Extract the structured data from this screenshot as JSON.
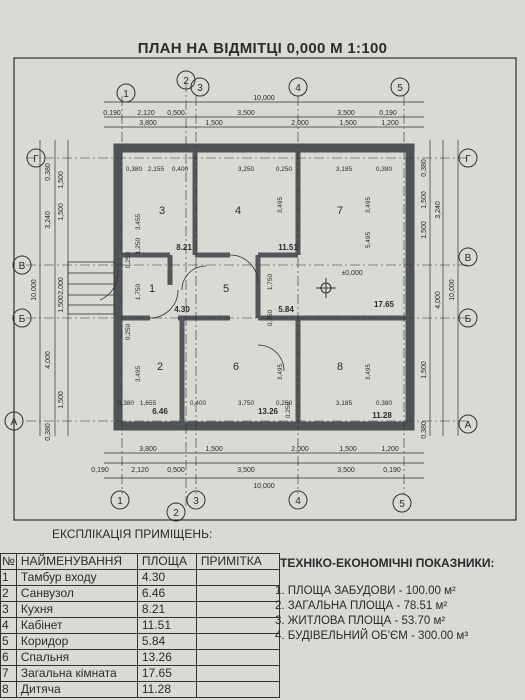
{
  "title": "ПЛАН НА ВІДМІТЦІ 0,000 М 1:100",
  "axes_letters": [
    "Г",
    "В",
    "Б",
    "А"
  ],
  "axes_numbers": [
    "1",
    "2",
    "3",
    "4",
    "5"
  ],
  "dims": {
    "top_total": "10,000",
    "top_row1": [
      "0,190",
      "2,120",
      "0,500",
      "3,500",
      "3,500",
      "0,190"
    ],
    "top_row2": [
      "3,800",
      "1,500",
      "2,000",
      "1,500",
      "1,200"
    ],
    "bottom_row1": [
      "3,800",
      "1,500",
      "2,000",
      "1,500",
      "1,200"
    ],
    "bottom_row2": [
      "0,190",
      "2,120",
      "0,500",
      "3,500",
      "3,500",
      "0,190"
    ],
    "bottom_total": "10,000",
    "left_total": "10,000",
    "left_dims": [
      "0,380",
      "1,500",
      "3,240",
      "1,500",
      "2,000",
      "1,500",
      "4,000",
      "1,500",
      "0,380"
    ],
    "right_total": "10,000",
    "right_dims": [
      "0,380",
      "1,500",
      "3,240",
      "1,500",
      "4,000",
      "1,500",
      "0,380"
    ],
    "interior": [
      "0,380",
      "2,155",
      "0,400",
      "3,250",
      "0,250",
      "3,185",
      "0,380",
      "3,455",
      "3,495",
      "3,495",
      "5,495",
      "1,250",
      "0,250",
      "1,750",
      "0,250",
      "1,750",
      "0,250",
      "3,495",
      "3,495",
      "0,250",
      "3,495",
      "1,655",
      "0,400",
      "3,750",
      "0,250",
      "3,185",
      "0,380",
      "0,380"
    ]
  },
  "level_mark": "±0,000",
  "rooms": [
    {
      "num": "1",
      "area": "4.30"
    },
    {
      "num": "2",
      "area": "6.46"
    },
    {
      "num": "3",
      "area": "8.21"
    },
    {
      "num": "4",
      "area": "11.51"
    },
    {
      "num": "5",
      "area": "5.84"
    },
    {
      "num": "6",
      "area": "13.26"
    },
    {
      "num": "7",
      "area": "17.65"
    },
    {
      "num": "8",
      "area": "11.28"
    }
  ],
  "explication": {
    "title": "ЕКСПЛІКАЦІЯ ПРИМІЩЕНЬ:",
    "headers": [
      "№",
      "НАЙМЕНУВАННЯ",
      "ПЛОЩА",
      "ПРИМІТКА"
    ],
    "rows": [
      {
        "n": "1",
        "name": "Тамбур входу",
        "area": "4.30",
        "note": ""
      },
      {
        "n": "2",
        "name": "Санвузол",
        "area": "6.46",
        "note": ""
      },
      {
        "n": "3",
        "name": "Кухня",
        "area": "8.21",
        "note": ""
      },
      {
        "n": "4",
        "name": "Кабінет",
        "area": "11.51",
        "note": ""
      },
      {
        "n": "5",
        "name": "Коридор",
        "area": "5.84",
        "note": ""
      },
      {
        "n": "6",
        "name": "Спальня",
        "area": "13.26",
        "note": ""
      },
      {
        "n": "7",
        "name": "Загальна кімната",
        "area": "17.65",
        "note": ""
      },
      {
        "n": "8",
        "name": "Дитяча",
        "area": "11.28",
        "note": ""
      }
    ]
  },
  "tech": {
    "title": "ТЕХНІКО-ЕКОНОМІЧНІ ПОКАЗНИКИ:",
    "items": [
      "1. ПЛОЩА ЗАБУДОВИ - 100.00 м²",
      "2. ЗАГАЛЬНА ПЛОЩА - 78.51 м²",
      "3. ЖИТЛОВА ПЛОЩА - 53.70 м²",
      "4. БУДІВЕЛЬНИЙ ОБ'ЄМ - 300.00 м³"
    ]
  }
}
